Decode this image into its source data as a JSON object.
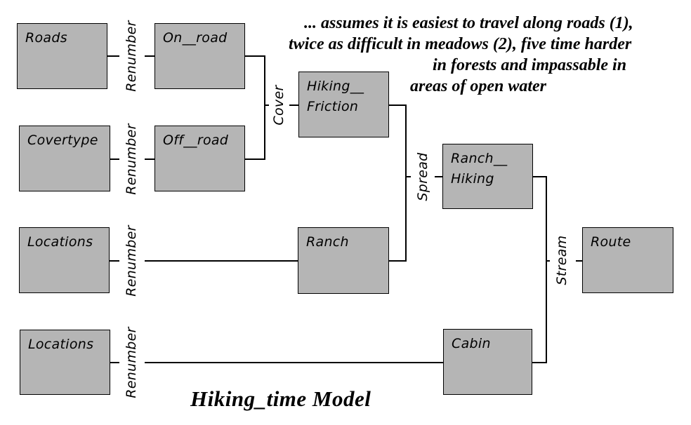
{
  "title": "Hiking_time Model",
  "annotation": {
    "lines": [
      "... assumes it is easiest to travel along roads (1),",
      "twice as difficult in meadows (2), five time harder",
      "in forests and impassable in",
      "areas of open water"
    ]
  },
  "boxes": {
    "roads": {
      "label": "Roads"
    },
    "on_road": {
      "label": "On__road"
    },
    "covertype": {
      "label": "Covertype"
    },
    "off_road": {
      "label": "Off__road"
    },
    "hiking_friction": {
      "line1": "Hiking__",
      "line2": "Friction"
    },
    "ranch": {
      "label": "Ranch"
    },
    "ranch_hiking": {
      "line1": "Ranch__",
      "line2": "Hiking"
    },
    "route": {
      "label": "Route"
    },
    "cabin": {
      "label": "Cabin"
    },
    "locations1": {
      "label": "Locations"
    },
    "locations2": {
      "label": "Locations"
    }
  },
  "operators": {
    "renumber": "Renumber",
    "cover": "Cover",
    "spread": "Spread",
    "stream": "Stream"
  },
  "colors": {
    "box_fill": "#b5b5b5",
    "box_border": "#000000",
    "line": "#000000"
  }
}
